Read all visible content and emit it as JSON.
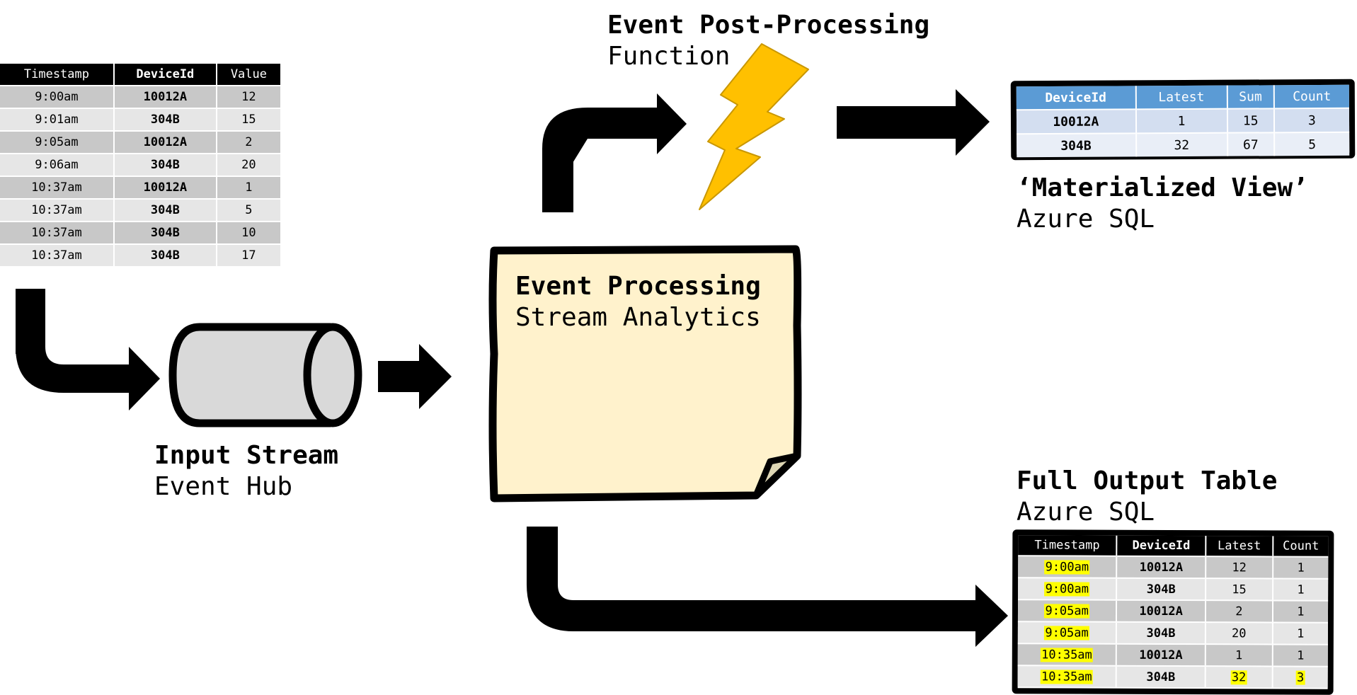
{
  "input_table": {
    "headers": [
      "Timestamp",
      "DeviceId",
      "Value"
    ],
    "rows": [
      [
        "9:00am",
        "10012A",
        "12"
      ],
      [
        "9:01am",
        "304B",
        "15"
      ],
      [
        "9:05am",
        "10012A",
        "2"
      ],
      [
        "9:06am",
        "304B",
        "20"
      ],
      [
        "10:37am",
        "10012A",
        "1"
      ],
      [
        "10:37am",
        "304B",
        "5"
      ],
      [
        "10:37am",
        "304B",
        "10"
      ],
      [
        "10:37am",
        "304B",
        "17"
      ]
    ]
  },
  "input_stream": {
    "title": "Input Stream",
    "subtitle": "Event Hub"
  },
  "event_processing": {
    "title": "Event Processing",
    "subtitle": "Stream Analytics"
  },
  "post_processing": {
    "title": "Event Post-Processing",
    "subtitle": "Function"
  },
  "materialized_view": {
    "title": "‘Materialized View’",
    "subtitle": "Azure SQL",
    "headers": [
      "DeviceId",
      "Latest",
      "Sum",
      "Count"
    ],
    "rows": [
      [
        "10012A",
        "1",
        "15",
        "3"
      ],
      [
        "304B",
        "32",
        "67",
        "5"
      ]
    ]
  },
  "full_output": {
    "title": "Full Output Table",
    "subtitle": "Azure SQL",
    "headers": [
      "Timestamp",
      "DeviceId",
      "Latest",
      "Count"
    ],
    "rows": [
      [
        "9:00am",
        "10012A",
        "12",
        "1"
      ],
      [
        "9:00am",
        "304B",
        "15",
        "1"
      ],
      [
        "9:05am",
        "10012A",
        "2",
        "1"
      ],
      [
        "9:05am",
        "304B",
        "20",
        "1"
      ],
      [
        "10:35am",
        "10012A",
        "1",
        "1"
      ],
      [
        "10:35am",
        "304B",
        "32",
        "3"
      ]
    ]
  },
  "colors": {
    "note_fill": "#fff2cc",
    "bolt_fill": "#ffc000",
    "cylinder_fill": "#d9d9d9",
    "mv_header": "#5b9bd5",
    "highlight": "#ffff00"
  }
}
